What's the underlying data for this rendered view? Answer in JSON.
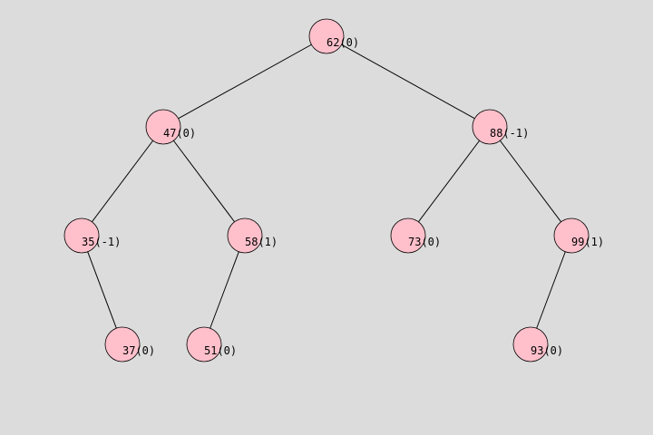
{
  "colors": {
    "background": "#dcdcdc",
    "node_fill": "#ffc0cb",
    "node_stroke": "#000000",
    "edge": "#000000"
  },
  "tree": {
    "nodes": [
      {
        "id": "n62",
        "key": "62",
        "balance": "0",
        "label": "62(0)"
      },
      {
        "id": "n47",
        "key": "47",
        "balance": "0",
        "label": "47(0)"
      },
      {
        "id": "n88",
        "key": "88",
        "balance": "-1",
        "label": "88(-1)"
      },
      {
        "id": "n35",
        "key": "35",
        "balance": "-1",
        "label": "35(-1)"
      },
      {
        "id": "n58",
        "key": "58",
        "balance": "1",
        "label": "58(1)"
      },
      {
        "id": "n73",
        "key": "73",
        "balance": "0",
        "label": "73(0)"
      },
      {
        "id": "n99",
        "key": "99",
        "balance": "1",
        "label": "99(1)"
      },
      {
        "id": "n37",
        "key": "37",
        "balance": "0",
        "label": "37(0)"
      },
      {
        "id": "n51",
        "key": "51",
        "balance": "0",
        "label": "51(0)"
      },
      {
        "id": "n93",
        "key": "93",
        "balance": "0",
        "label": "93(0)"
      }
    ],
    "edges": [
      {
        "from": "n62",
        "to": "n47"
      },
      {
        "from": "n62",
        "to": "n88"
      },
      {
        "from": "n47",
        "to": "n35"
      },
      {
        "from": "n47",
        "to": "n58"
      },
      {
        "from": "n88",
        "to": "n73"
      },
      {
        "from": "n88",
        "to": "n99"
      },
      {
        "from": "n35",
        "to": "n37"
      },
      {
        "from": "n58",
        "to": "n51"
      },
      {
        "from": "n99",
        "to": "n93"
      }
    ]
  }
}
